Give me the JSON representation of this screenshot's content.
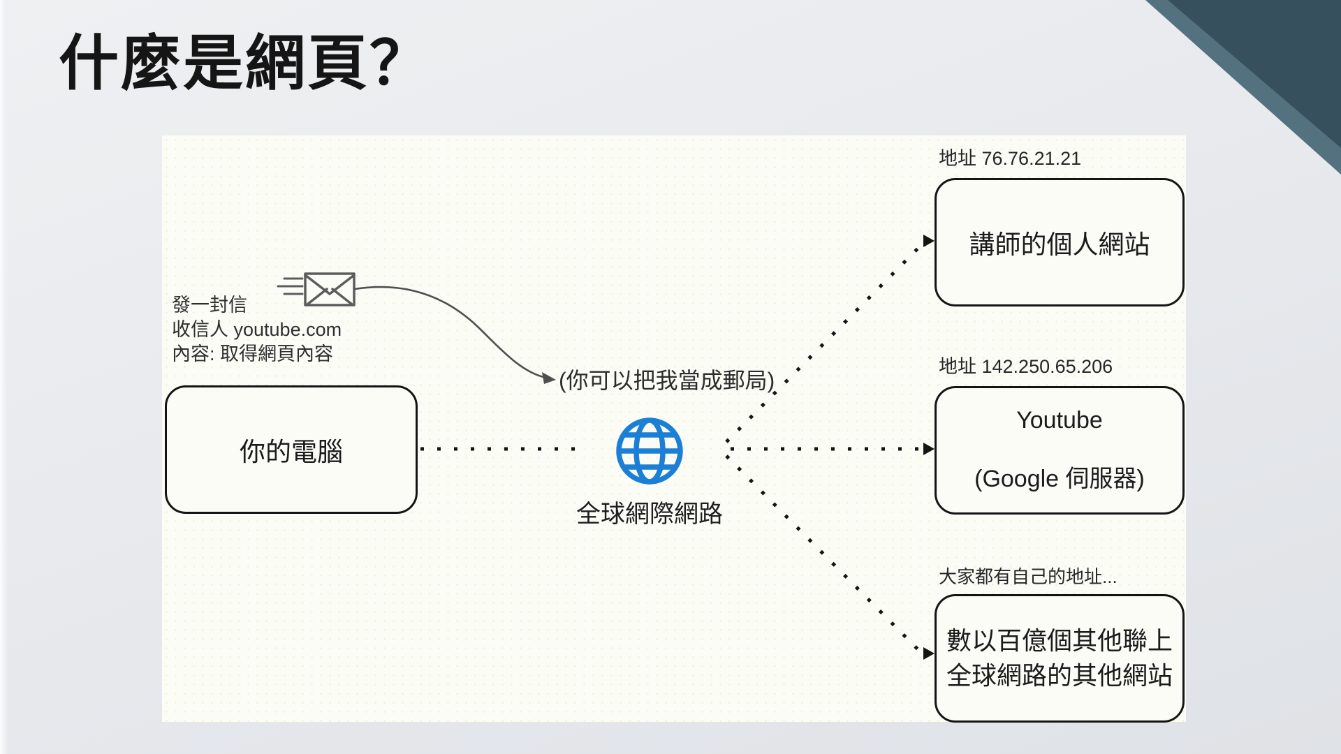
{
  "slide_title": "什麼是網頁？",
  "diagram": {
    "mail_note": {
      "line1": "發一封信",
      "line2": "收信人 youtube.com",
      "line3": "內容: 取得網頁內容"
    },
    "postal_hint": "(你可以把我當成郵局)",
    "internet_label": "全球網際網路",
    "left_box": {
      "label": "你的電腦"
    },
    "right_boxes": [
      {
        "address": "地址 76.76.21.21",
        "line1": "講師的個人網站"
      },
      {
        "address": "地址 142.250.65.206",
        "line1": "Youtube",
        "line2": "(Google 伺服器)"
      },
      {
        "address": "大家都有自己的地址...",
        "line1": "數以百億個其他聯上",
        "line2": "全球網路的其他網站"
      }
    ]
  },
  "icons": {
    "globe": "globe-icon",
    "envelope": "envelope-icon"
  },
  "colors": {
    "globe_blue": "#1b7fd6",
    "corner_dark": "#37505e",
    "corner_light": "#54717f",
    "line_black": "#141414",
    "envelope_gray": "#5c5c5c",
    "arrow_gray": "#4f4f4f"
  }
}
